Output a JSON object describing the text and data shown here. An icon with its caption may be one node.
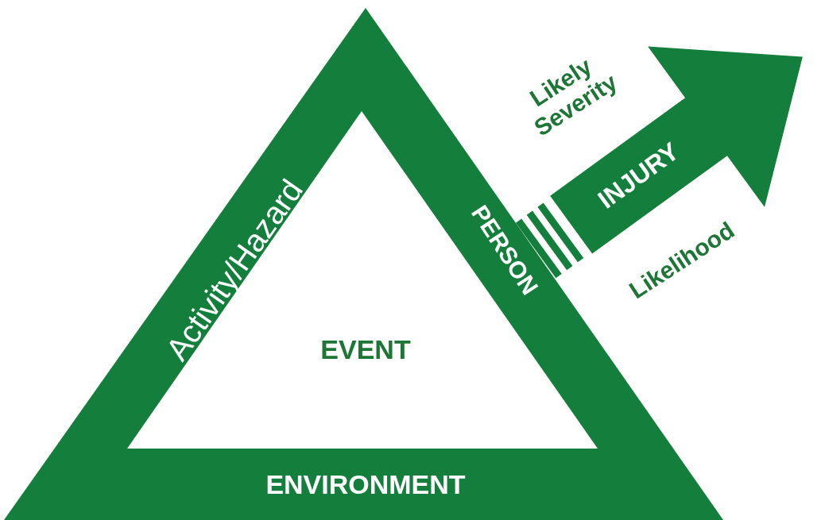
{
  "diagram": {
    "nodes": [
      {
        "text": [
          "Activity/Hazard",
          "PERSON",
          "ENVIRONMENT"
        ]
      },
      {
        "text": [
          "EVENT"
        ],
        "in": 0
      },
      {
        "text": [
          "INJURY"
        ],
        "beside": [
          "Likely Severity",
          "Likelihood"
        ]
      }
    ]
  }
}
